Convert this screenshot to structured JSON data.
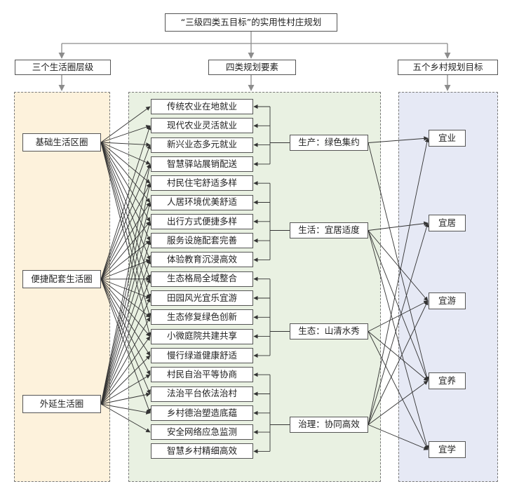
{
  "title": "“三级四类五目标”的实用性村庄规划",
  "columns": {
    "circles": "三个生活圈层级",
    "elements": "四类规划要素",
    "goals": "五个乡村规划目标"
  },
  "circles": [
    "基础生活区圈",
    "便捷配套生活圈",
    "外延生活圈"
  ],
  "elements": [
    "传统农业在地就业",
    "现代农业灵活就业",
    "新兴业态多元就业",
    "智慧驿站展销配送",
    "村民住宅舒适多样",
    "人居环境优美舒适",
    "出行方式便捷多样",
    "服务设施配套完善",
    "体验教育沉浸高效",
    "生态格局全域整合",
    "田园风光宜乐宜游",
    "生态修复绿色创新",
    "小微庭院共建共享",
    "慢行绿道健康舒适",
    "村民自治平等协商",
    "法治平台依法治村",
    "乡村德治塑造底蕴",
    "安全网络应急监测",
    "智慧乡村精细高效"
  ],
  "categories": [
    "生产：绿色集约",
    "生活：宜居适度",
    "生态：山清水秀",
    "治理：协同高效"
  ],
  "goals": [
    "宜业",
    "宜居",
    "宜游",
    "宜养",
    "宜学"
  ],
  "colors": {
    "circles_panel": "#fdf2dc",
    "elements_panel": "#e9f1e2",
    "goals_panel": "#e6e9f5",
    "line": "#333333",
    "connector": "#8c8c8c"
  }
}
